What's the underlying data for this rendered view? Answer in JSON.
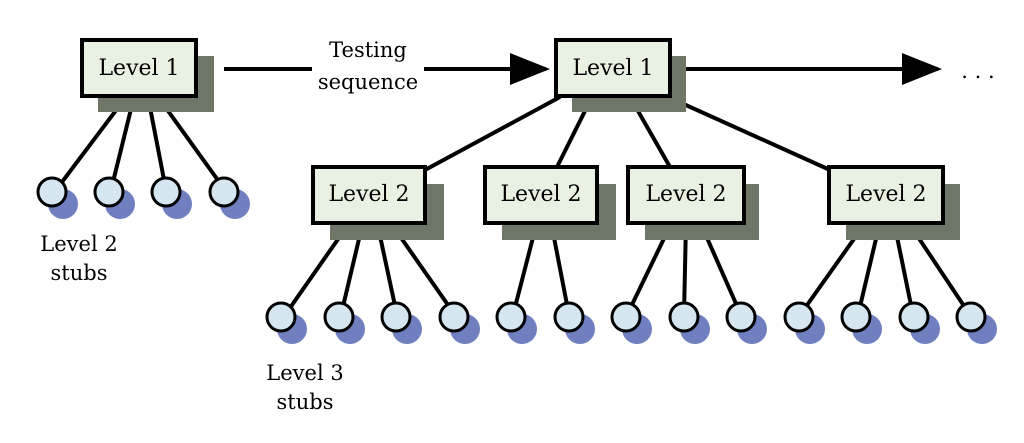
{
  "colors": {
    "box_fill": "#e8f1e2",
    "box_shadow": "#6e7767",
    "stub_fill": "#d6e6f0",
    "stub_shadow": "#6f7fbf",
    "stroke": "#000000"
  },
  "nodes": {
    "level1_first": "Level 1",
    "level1_second": "Level 1",
    "level2_a": "Level 2",
    "level2_b": "Level 2",
    "level2_c": "Level 2",
    "level2_d": "Level 2"
  },
  "captions": {
    "sequence_line1": "Testing",
    "sequence_line2": "sequence",
    "continuation": ". . .",
    "level2_stubs_line1": "Level 2",
    "level2_stubs_line2": "stubs",
    "level3_stubs_line1": "Level 3",
    "level3_stubs_line2": "stubs"
  }
}
